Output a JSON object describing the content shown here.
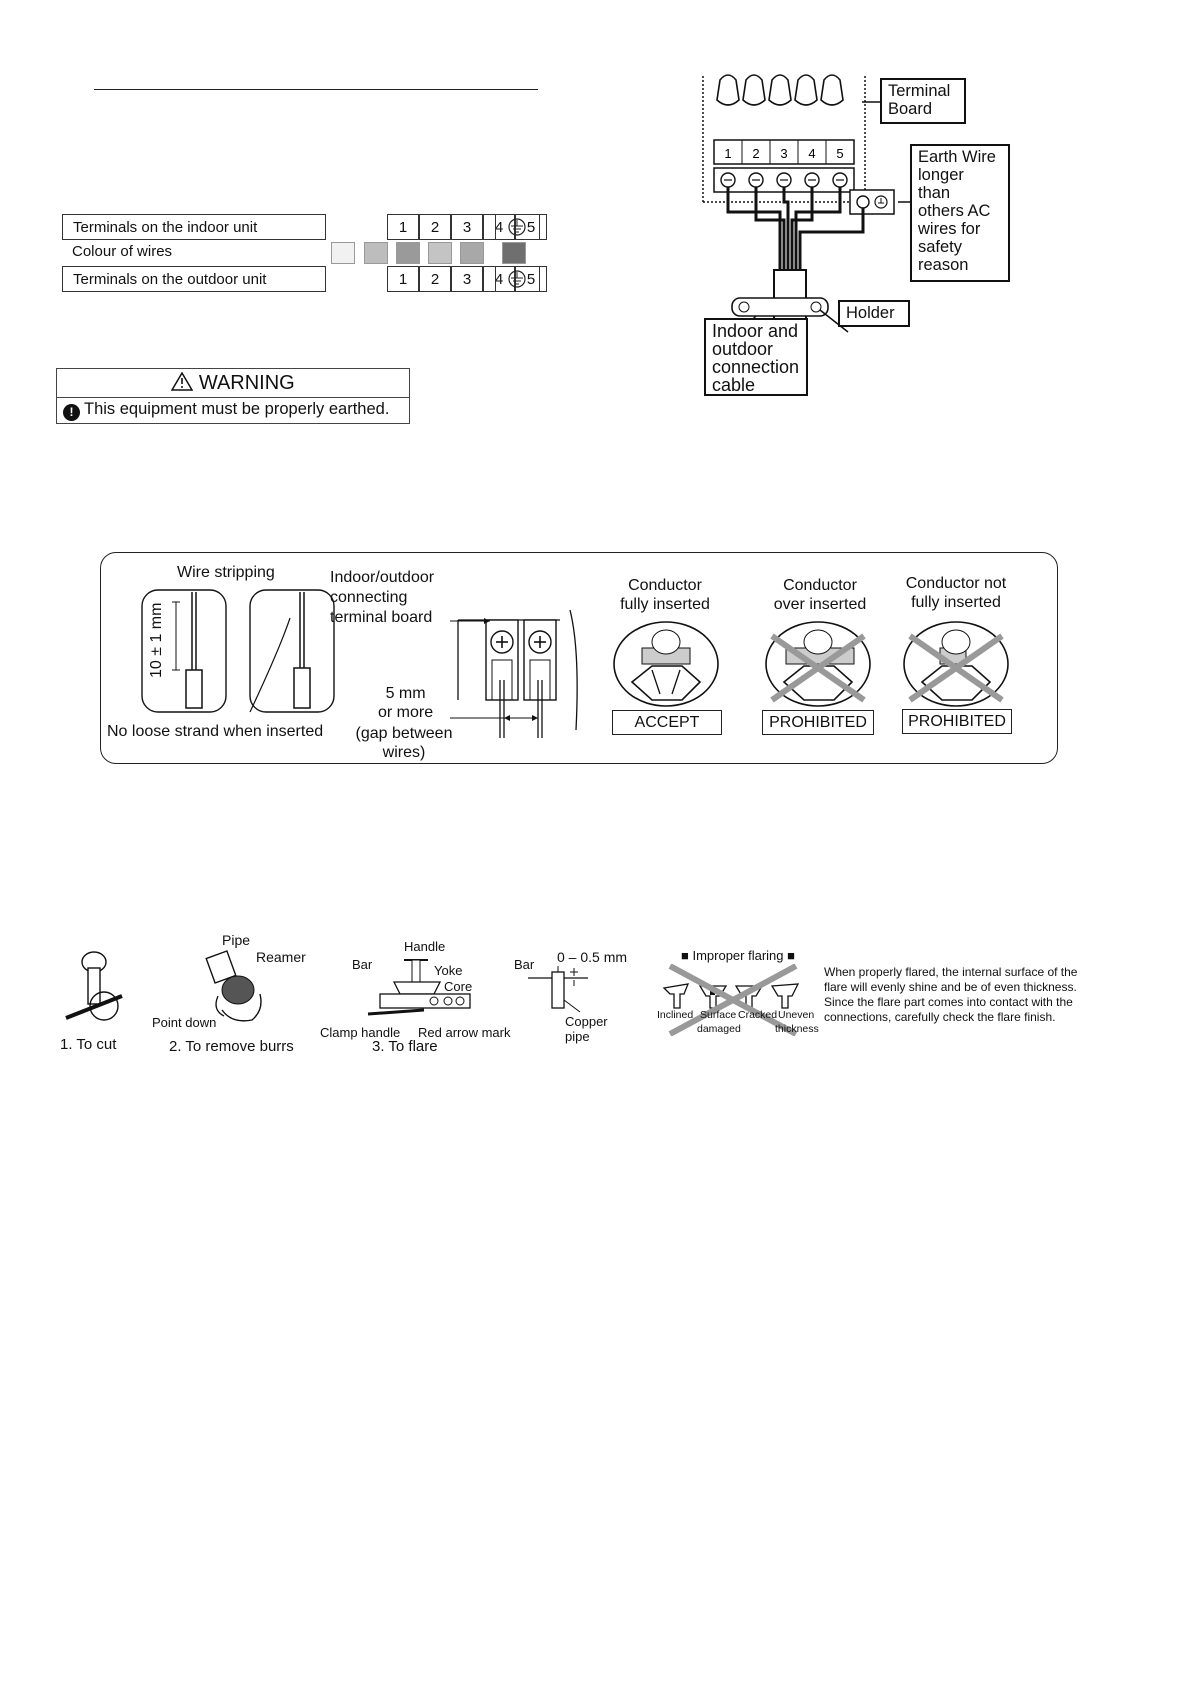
{
  "terminal_table": {
    "indoor_label": "Terminals on the indoor unit",
    "colour_label": "Colour of wires",
    "outdoor_label": "Terminals on the outdoor unit",
    "terminal_numbers": [
      "1",
      "2",
      "3",
      "4",
      "5"
    ]
  },
  "warning": {
    "title": "WARNING",
    "message": "This equipment must be properly earthed."
  },
  "wiring_diagram": {
    "terminal_numbers": [
      "1",
      "2",
      "3",
      "4",
      "5"
    ],
    "terminal_board": [
      "Terminal",
      "Board"
    ],
    "earth_wire": [
      "Earth Wire",
      "longer",
      "than",
      "others AC",
      "wires for",
      "safety",
      "reason"
    ],
    "holder": "Holder",
    "cable": [
      "Indoor and",
      "outdoor",
      "connection",
      "cable"
    ]
  },
  "wire_panel": {
    "stripping_title": "Wire stripping",
    "strip_dimension": "10 ± 1 mm",
    "loose_strand_note": "No loose strand when inserted",
    "board_label": [
      "Indoor/outdoor",
      "connecting",
      "terminal board"
    ],
    "gap_label": [
      "5 mm",
      "or more"
    ],
    "gap_note": [
      "(gap between",
      "wires)"
    ],
    "conductors": [
      {
        "caption": [
          "Conductor",
          "fully inserted"
        ],
        "verdict": "ACCEPT",
        "crossed": false
      },
      {
        "caption": [
          "Conductor",
          "over inserted"
        ],
        "verdict": "PROHIBITED",
        "crossed": true
      },
      {
        "caption": [
          "Conductor not",
          "fully inserted"
        ],
        "verdict": "PROHIBITED",
        "crossed": true
      }
    ]
  },
  "flaring": {
    "step1": "1.  To cut",
    "step2": "2.  To remove burrs",
    "step3": "3.  To flare",
    "pipe": "Pipe",
    "reamer": "Reamer",
    "point_down": "Point down",
    "handle": "Handle",
    "bar": "Bar",
    "yoke": "Yoke",
    "core": "Core",
    "clamp_handle": "Clamp handle",
    "red_arrow_mark": "Red arrow mark",
    "bar2": "Bar",
    "tolerance": "0 – 0.5 mm",
    "copper_pipe": [
      "Copper",
      "pipe"
    ],
    "improper_title": "■ Improper flaring ■",
    "defects": [
      "Inclined",
      "Surface",
      "damaged",
      "Cracked",
      "Uneven",
      "thickness"
    ],
    "note": [
      "When properly flared, the internal surface of the",
      "flare will evenly shine and be of even thickness.",
      "Since the flare part comes into contact with the",
      "connections, carefully check the flare finish."
    ]
  }
}
